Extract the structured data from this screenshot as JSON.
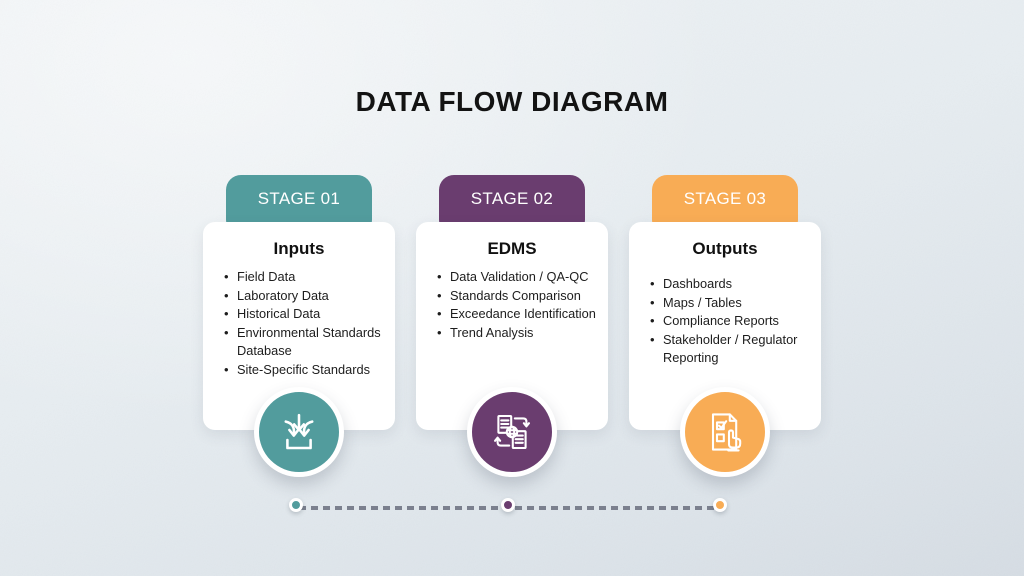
{
  "title": "DATA FLOW DIAGRAM",
  "stages": [
    {
      "tab_label": "STAGE 01",
      "color": "#529c9d",
      "heading": "Inputs",
      "items": [
        "Field Data",
        "Laboratory Data",
        "Historical Data",
        "Environmental Standards Database",
        "Site-Specific Standards"
      ],
      "icon": "data-collection-icon"
    },
    {
      "tab_label": "STAGE 02",
      "color": "#6a3d6f",
      "heading": "EDMS",
      "items": [
        "Data Validation / QA-QC",
        "Standards Comparison",
        "Exceedance Identification",
        "Trend Analysis"
      ],
      "icon": "data-exchange-icon"
    },
    {
      "tab_label": "STAGE 03",
      "color": "#f8ac55",
      "heading": "Outputs",
      "items": [
        "Dashboards",
        "Maps / Tables",
        "Compliance Reports",
        "Stakeholder / Regulator Reporting"
      ],
      "icon": "report-checklist-icon"
    }
  ],
  "timeline": {
    "line_color": "#7b808e",
    "dot_colors": [
      "#529c9d",
      "#6a3d6f",
      "#f8ac55"
    ]
  }
}
